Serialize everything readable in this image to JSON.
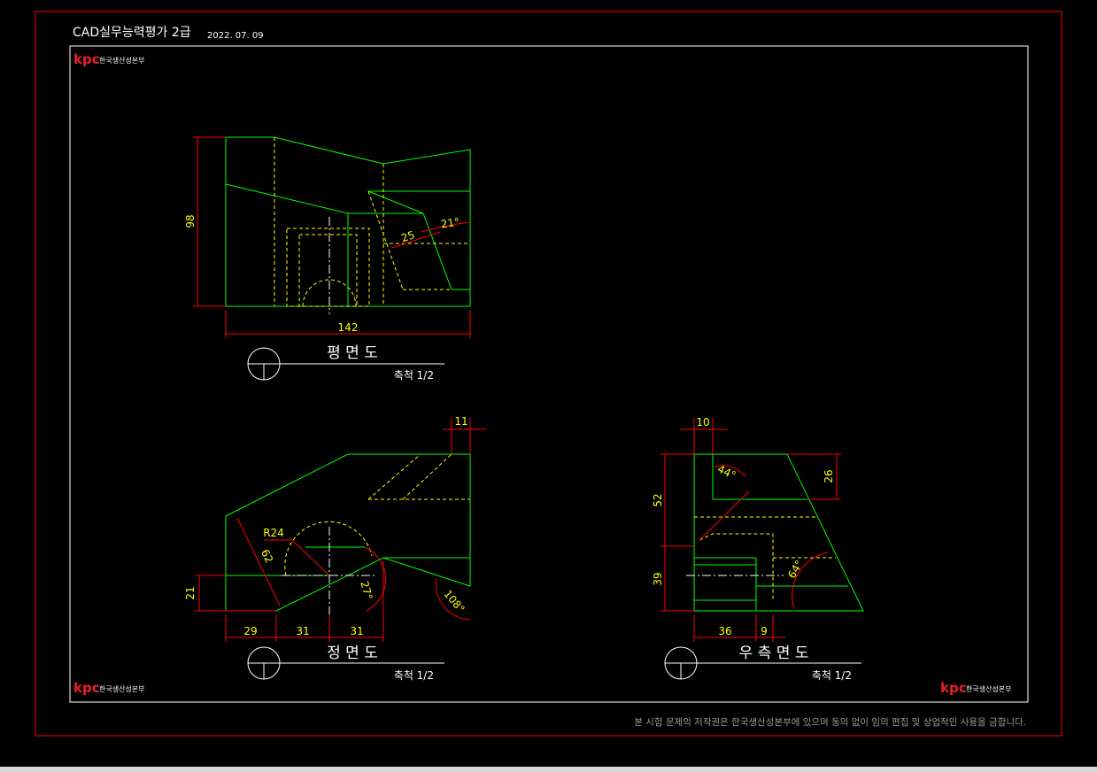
{
  "title_block": {
    "title": "CAD실무능력평가 2급",
    "date": "2022. 07. 09"
  },
  "logo": {
    "mark": "kpc",
    "org": "한국생산성본부"
  },
  "copyright": "본 시험 문제의 저작권은 한국생산성본부에 있으며 동의 없이 임의 편집 및 상업적인 사용을 금합니다.",
  "views": {
    "plan": {
      "title": "평 면 도",
      "scale": "축척 1/2"
    },
    "front": {
      "title": "정 면 도",
      "scale": "축척 1/2"
    },
    "right": {
      "title": "우 측 면 도",
      "scale": "축척 1/2"
    }
  },
  "dimensions": {
    "plan": {
      "height": "98",
      "width": "142",
      "slot": "25",
      "angle": "21°"
    },
    "front": {
      "top_offset": "11",
      "radius": "R24",
      "slope": "62",
      "left_height": "21",
      "seg1": "29",
      "seg2": "31",
      "seg3": "31",
      "angle_a": "27°",
      "angle_b": "108°"
    },
    "right": {
      "top_offset": "10",
      "angle_a": "44°",
      "upper": "52",
      "right_top": "26",
      "lower": "39",
      "angle_b": "64°",
      "base1": "36",
      "base2": "9"
    }
  },
  "colors": {
    "background": "#000000",
    "border_outer": "#ff0000",
    "border_inner": "#ffffff",
    "object": "#00ff00",
    "hidden": "#ffff00",
    "dimension": "#ff0000",
    "dim_text": "#ffff00",
    "center": "#ffffff",
    "logo": "#e8202a"
  }
}
